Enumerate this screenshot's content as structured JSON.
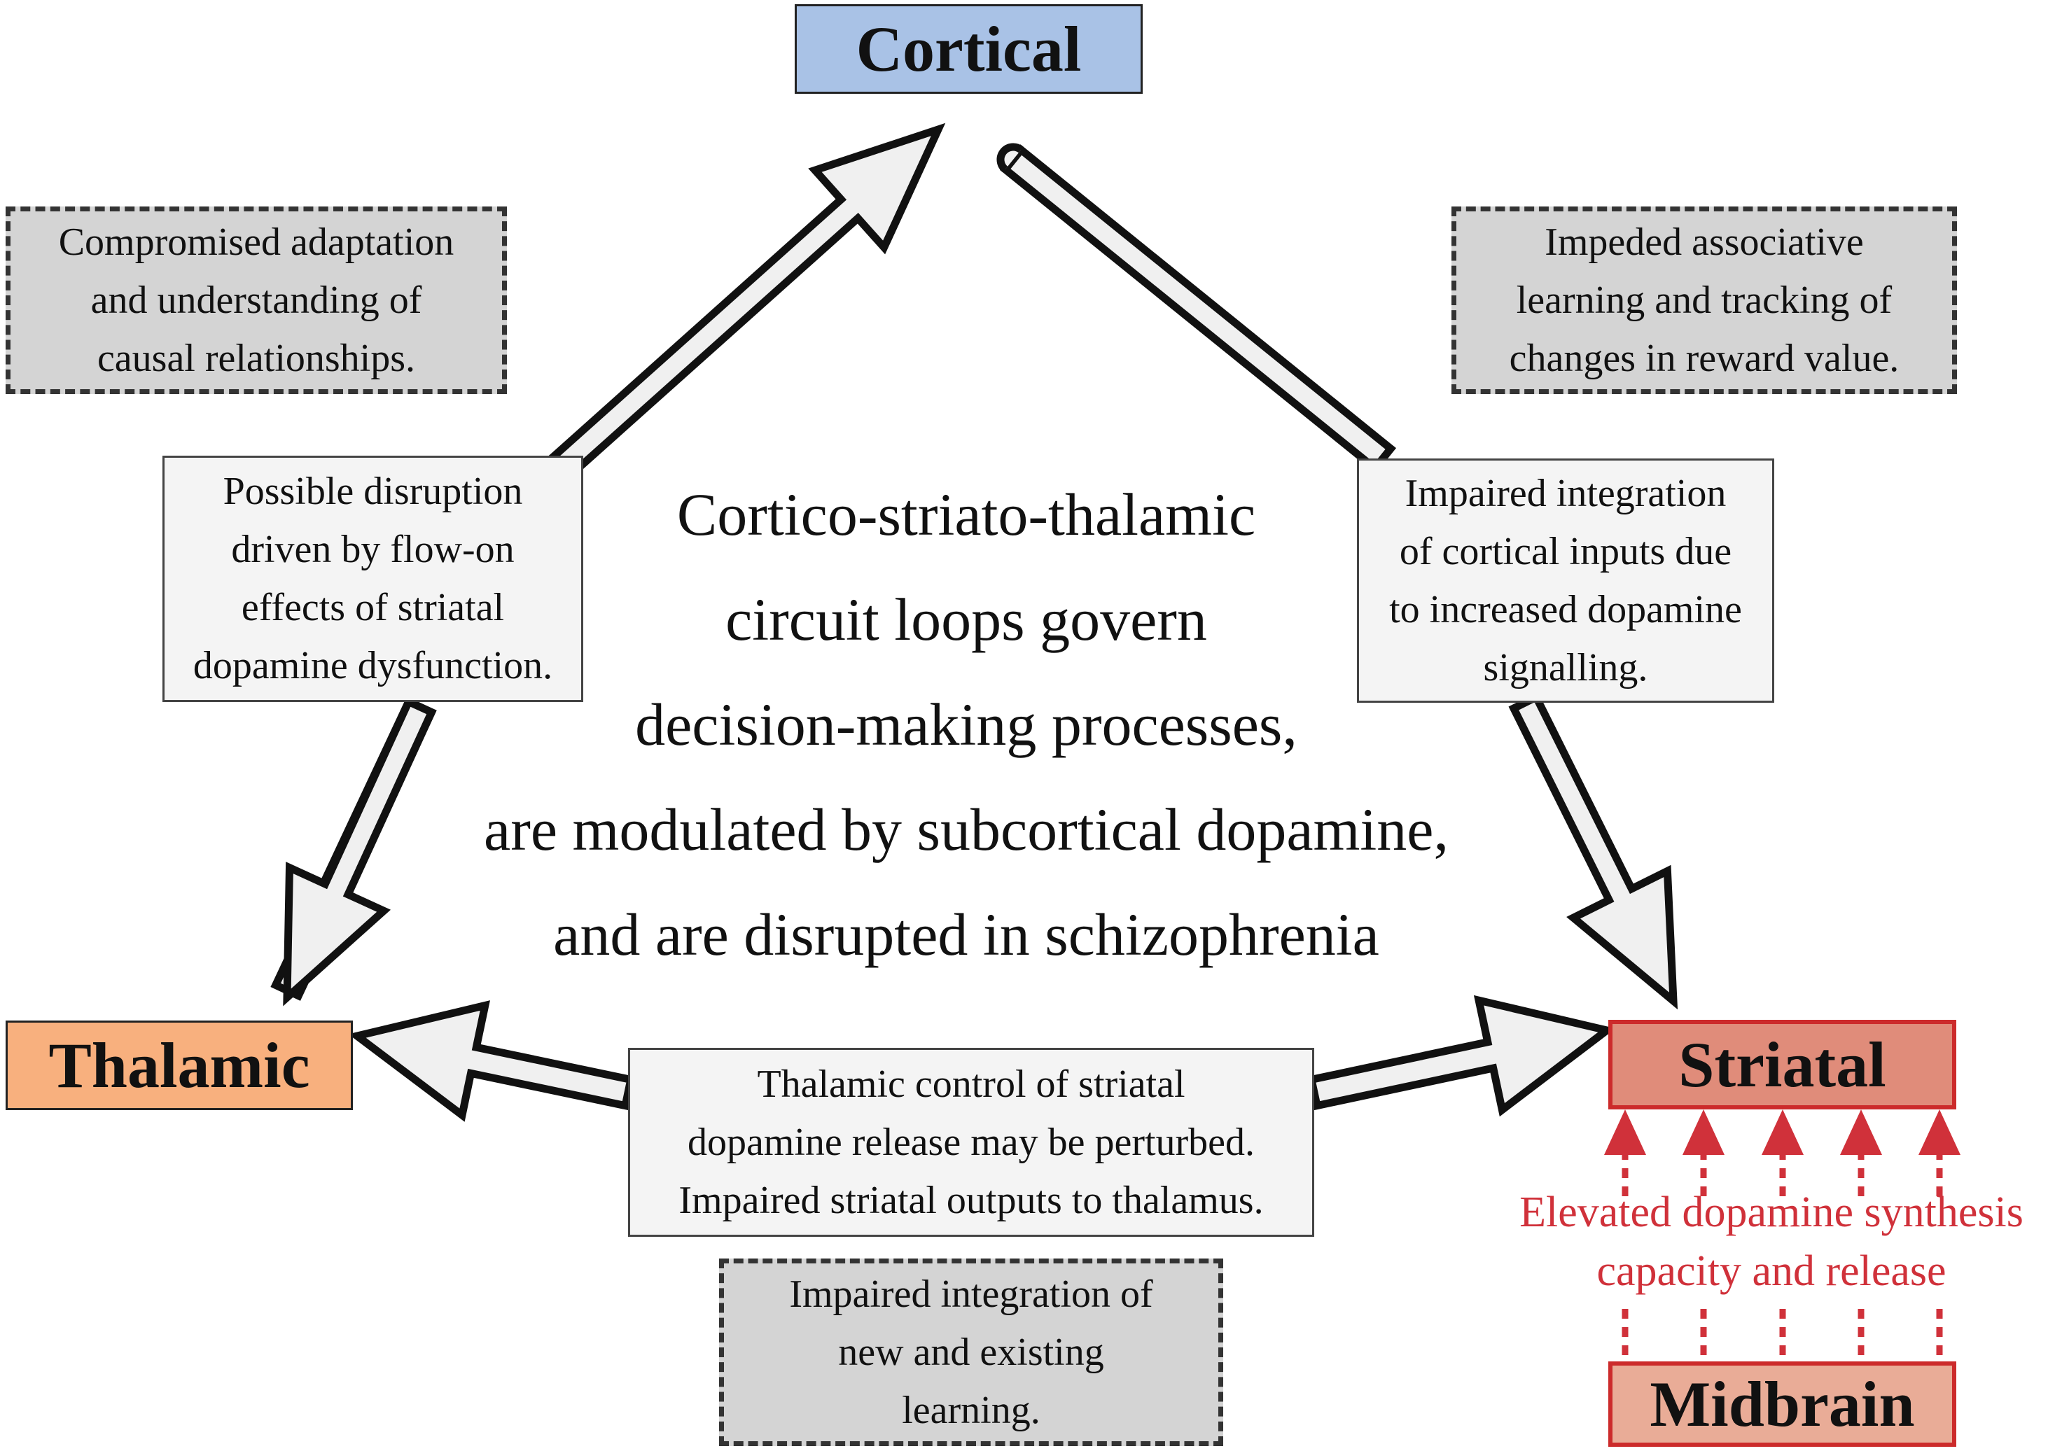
{
  "regions": {
    "cortical": "Cortical",
    "thalamic": "Thalamic",
    "striatal": "Striatal",
    "midbrain": "Midbrain"
  },
  "central_text": [
    "Cortico-striato-thalamic",
    "circuit loops govern",
    "decision-making processes,",
    "are modulated by subcortical dopamine,",
    "and are disrupted in schizophrenia"
  ],
  "effects": {
    "top_left": [
      "Compromised adaptation",
      "and understanding of",
      "causal relationships."
    ],
    "top_right": [
      "Impeded associative",
      "learning and tracking of",
      "changes in reward value."
    ],
    "bottom": [
      "Impaired integration of",
      "new and existing",
      "learning."
    ]
  },
  "mechanisms": {
    "left": [
      "Possible disruption",
      "driven by flow-on",
      "effects of striatal",
      "dopamine dysfunction."
    ],
    "right": [
      "Impaired integration",
      "of cortical inputs due",
      "to increased dopamine",
      "signalling."
    ],
    "bottom": [
      "Thalamic control of striatal",
      "dopamine release may be perturbed.",
      "Impaired striatal outputs to thalamus."
    ]
  },
  "dopamine_text": [
    "Elevated dopamine synthesis",
    "capacity and release"
  ],
  "colors": {
    "cortical": "#a9c2e6",
    "thalamic": "#f8b07e",
    "striatal": "#e08c7a",
    "striatal_border": "#cc2b2b",
    "midbrain": "#e9ac97",
    "midbrain_border": "#cc2b2b",
    "dopamine": "#d0313a",
    "arrow_fill": "#f0f0f0",
    "arrow_stroke": "#111111"
  },
  "icons": {
    "arrows": [
      "thalamic-to-cortical-arrow",
      "cortical-to-striatal-arrow",
      "striatal-to-thalamic-arrow",
      "thalamic-to-striatal-arrow",
      "midbrain-to-striatal-dotted-arrows"
    ]
  }
}
